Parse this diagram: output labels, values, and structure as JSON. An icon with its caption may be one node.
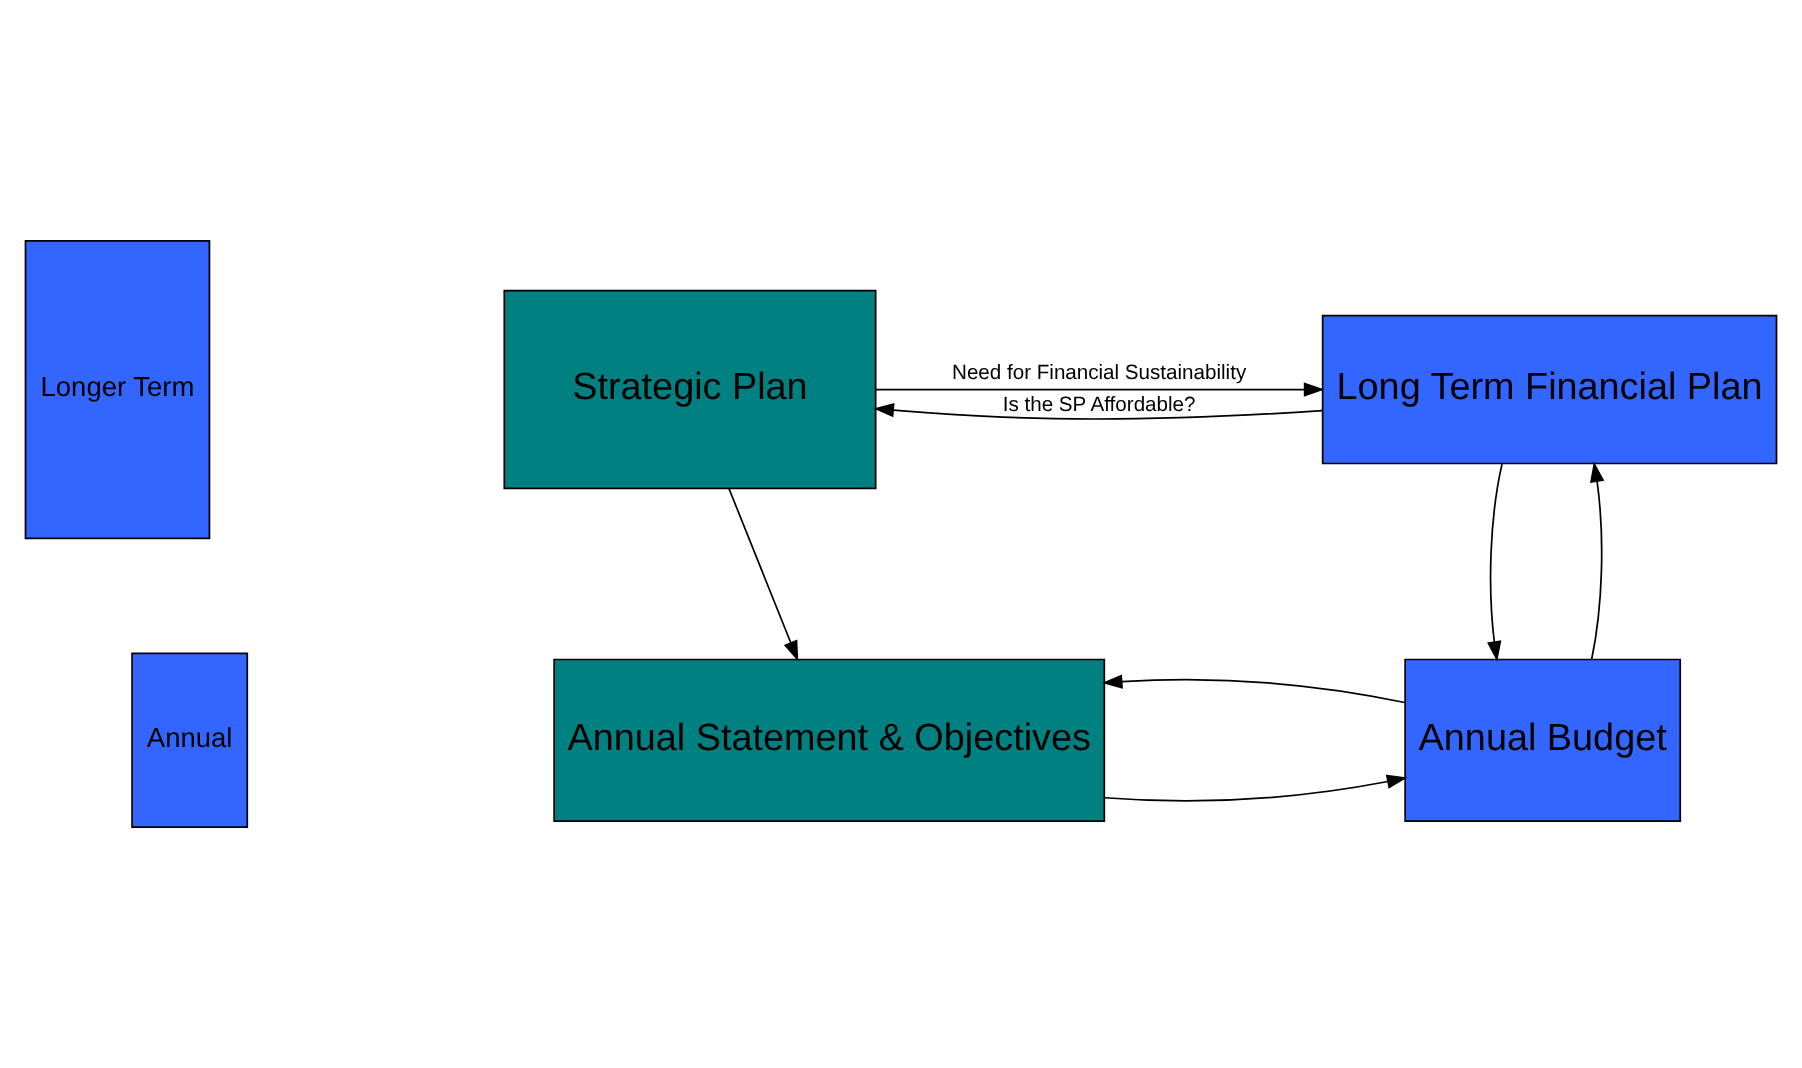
{
  "diagram": {
    "nodes": [
      {
        "text": [
          "Longer Term"
        ]
      },
      {
        "text": [
          "Annual"
        ]
      },
      {
        "text": [
          "Strategic Plan"
        ]
      },
      {
        "text": [
          "Long Term Financial Plan"
        ]
      },
      {
        "text": [
          "Annual Statement & Objectives"
        ]
      },
      {
        "text": [
          "Annual Budget"
        ]
      }
    ],
    "edges": [
      {
        "from": 2,
        "to": 3,
        "arrow": "to",
        "label": "Need for Financial Sustainability"
      },
      {
        "from": 3,
        "to": 2,
        "arrow": "to",
        "label": "Is the SP Affordable?"
      },
      {
        "from": 2,
        "to": 4,
        "arrow": "to"
      },
      {
        "from": 3,
        "to": 5,
        "arrow": "to"
      },
      {
        "from": 5,
        "to": 3,
        "arrow": "to"
      },
      {
        "from": 4,
        "to": 5,
        "arrow": "to"
      },
      {
        "from": 5,
        "to": 4,
        "arrow": "to"
      }
    ]
  }
}
